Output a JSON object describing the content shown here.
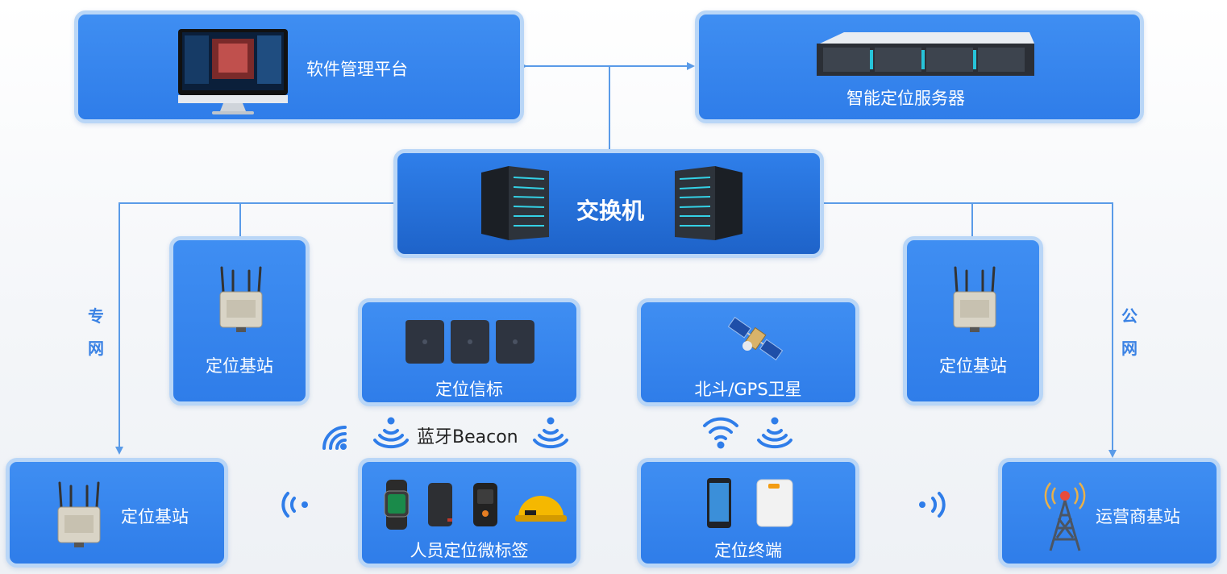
{
  "nodes": {
    "software_platform": "软件管理平台",
    "server": "智能定位服务器",
    "switch": "交换机",
    "base_station_left_top": "定位基站",
    "beacon": "定位信标",
    "satellite": "北斗/GPS卫星",
    "base_station_right_top": "定位基站",
    "base_station_bottom": "定位基站",
    "personnel_tag": "人员定位微标签",
    "terminal": "定位终端",
    "operator_station": "运营商基站"
  },
  "side_labels": {
    "private_network": [
      "专",
      "网"
    ],
    "public_network": [
      "公",
      "网"
    ]
  },
  "bluetooth_label": "蓝牙Beacon",
  "colors": {
    "box_fill": "#3f8ef2",
    "box_border": "#b9d6f7",
    "line": "#5a9be8",
    "label_blue": "#3a82e4"
  }
}
